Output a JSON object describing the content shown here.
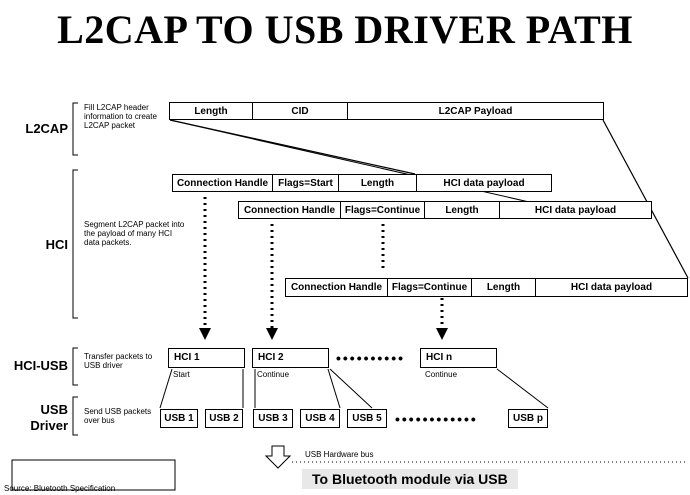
{
  "title": "L2CAP TO USB DRIVER PATH",
  "layers": {
    "l2cap": "L2CAP",
    "hci": "HCI",
    "hci_usb": "HCI-USB",
    "usb_driver_line1": "USB",
    "usb_driver_line2": "Driver"
  },
  "descriptions": {
    "l2cap": "Fill L2CAP header information to create L2CAP packet",
    "hci": "Segment L2CAP packet into the payload of many HCI data packets.",
    "hci_usb": "Transfer packets to USB driver",
    "usb_driver": "Send USB packets over bus"
  },
  "l2cap_packet": [
    "Length",
    "CID",
    "L2CAP Payload"
  ],
  "hci_packet_start": [
    "Connection Handle",
    "Flags=Start",
    "Length",
    "HCI data payload"
  ],
  "hci_packet_continue_1": [
    "Connection Handle",
    "Flags=Continue",
    "Length",
    "HCI data payload"
  ],
  "hci_packet_continue_2": [
    "Connection Handle",
    "Flags=Continue",
    "Length",
    "HCI data payload"
  ],
  "hci_usb": {
    "hci1": {
      "label": "HCI 1",
      "sub": "Start"
    },
    "hci2": {
      "label": "HCI 2",
      "sub": "Continue"
    },
    "hcin": {
      "label": "HCI n",
      "sub": "Continue"
    },
    "dots": "••••••••••"
  },
  "usb_packets": [
    "USB 1",
    "USB 2",
    "USB 3",
    "USB 4",
    "USB 5",
    "USB p"
  ],
  "usb_dots": "••••••••••••",
  "hardware_bus": "USB Hardware bus",
  "bottom_banner": "To Bluetooth module via USB",
  "source": "Source: Bluetooth Specification"
}
